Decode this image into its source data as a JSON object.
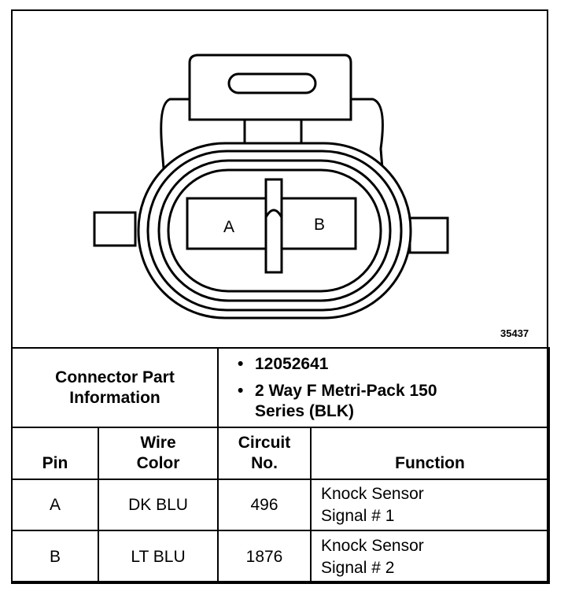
{
  "figure": {
    "id": "35437"
  },
  "connector": {
    "terminals": [
      "A",
      "B"
    ],
    "info_label": "Connector Part Information",
    "bullets": [
      "12052641",
      "2 Way F Metri-Pack 150 Series (BLK)"
    ]
  },
  "table": {
    "headers": {
      "pin": "Pin",
      "wire_color": "Wire Color",
      "circuit": "Circuit No.",
      "function": "Function"
    },
    "rows": [
      {
        "pin": "A",
        "wire_color": "DK BLU",
        "circuit": "496",
        "function": "Knock Sensor Signal # 1"
      },
      {
        "pin": "B",
        "wire_color": "LT BLU",
        "circuit": "1876",
        "function": "Knock Sensor Signal # 2"
      }
    ]
  }
}
